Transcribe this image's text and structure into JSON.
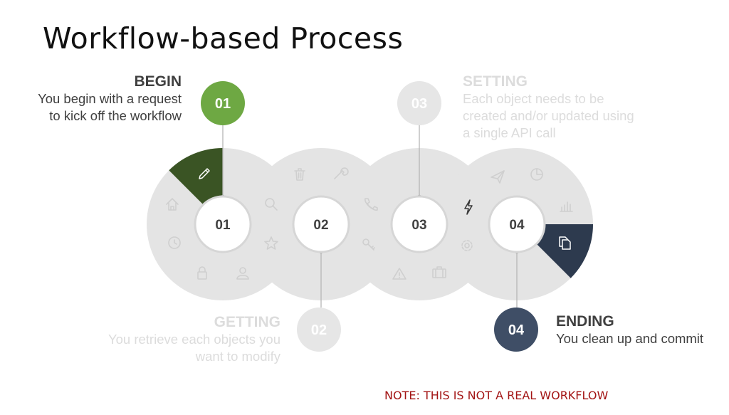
{
  "title": "Workflow-based Process",
  "note": "NOTE: THIS IS NOT A REAL WORKFLOW",
  "steps": [
    {
      "number": "01",
      "heading": "BEGIN",
      "desc_line1": "You begin with a request",
      "desc_line2": "to kick off the workflow",
      "state": "active",
      "color": "#6ea843",
      "segment_color": "#3a5424"
    },
    {
      "number": "02",
      "heading": "GETTING",
      "desc_line1": "You retrieve each objects you",
      "desc_line2": "want to modify",
      "state": "dim",
      "color": "#e6e6e6"
    },
    {
      "number": "03",
      "heading": "SETTING",
      "desc_line1": "Each object needs to be",
      "desc_line2": "created and/or updated using",
      "desc_line3": "a single API call",
      "state": "dim",
      "color": "#e6e6e6"
    },
    {
      "number": "04",
      "heading": "ENDING",
      "desc_line1": "You clean up and commit",
      "state": "active",
      "color": "#3f4e66",
      "segment_color": "#2d3a4e"
    }
  ],
  "icons": [
    "pencil-icon",
    "home-icon",
    "clock-icon",
    "lock-icon",
    "user-icon",
    "search-icon",
    "star-icon",
    "trash-icon",
    "wrench-icon",
    "phone-icon",
    "key-icon",
    "warning-icon",
    "briefcase-icon",
    "lightning-icon",
    "gear-icon",
    "paper-plane-icon",
    "pie-chart-icon",
    "bar-chart-icon",
    "copy-icon"
  ],
  "colors": {
    "track": "#e4e4e4",
    "ring": "#d6d6d6",
    "connector": "#b5b5b5",
    "dim_text": "#dcdcdc",
    "active_text": "#404040",
    "note": "#a31515"
  }
}
